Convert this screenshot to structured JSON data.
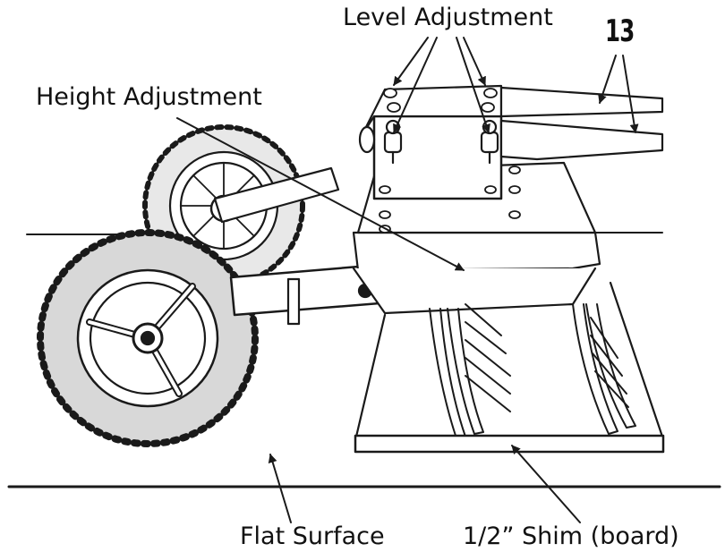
{
  "labels": {
    "level_adjustment": "Level Adjustment",
    "height_adjustment": "Height Adjustment",
    "flat_surface": "Flat Surface",
    "shim": "1/2”  Shim (board)",
    "figure_number": "13"
  },
  "colors": {
    "ink": "#1a1a1a",
    "paper": "#ffffff",
    "tire_shade": "#cfcfcf"
  }
}
